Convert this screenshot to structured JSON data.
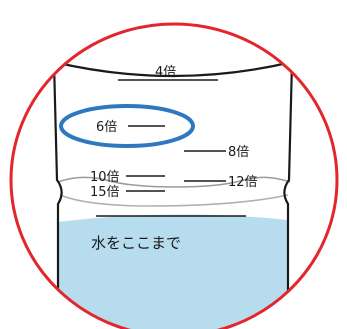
{
  "marks": {
    "x4": "4倍",
    "x6": "6倍",
    "x8": "8倍",
    "x10": "10倍",
    "x12": "12倍",
    "x15": "15倍"
  },
  "fill_label": "水をここまで",
  "colors": {
    "circle": "#e3262c",
    "highlight": "#2e78bf",
    "water": "#b6dcee",
    "outline": "#1a1a1a"
  }
}
